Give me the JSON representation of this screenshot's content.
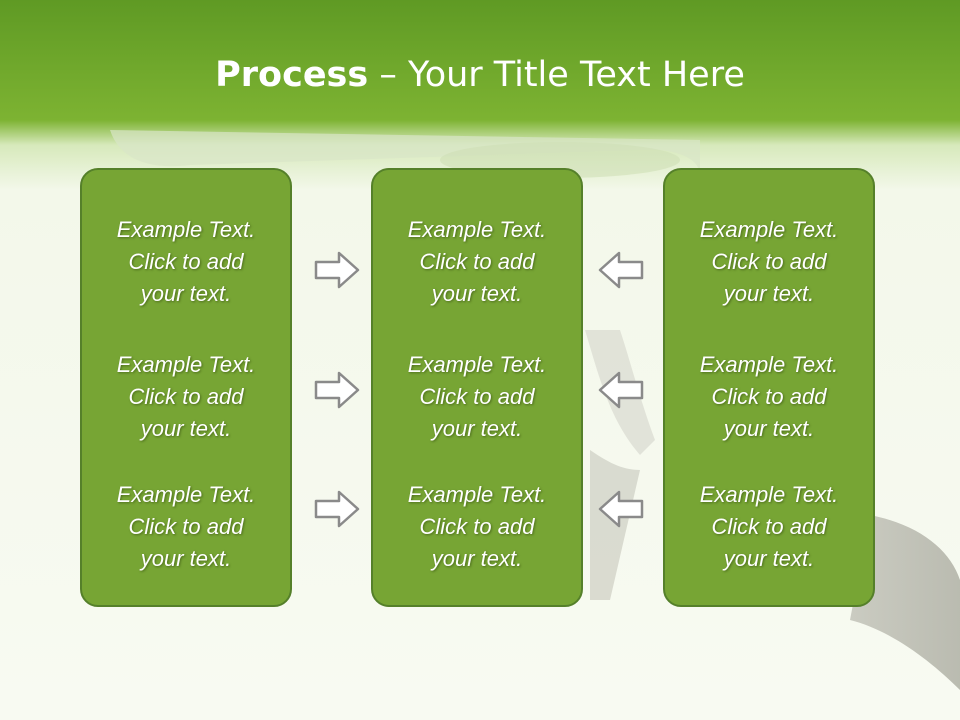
{
  "slide": {
    "title_bold": "Process",
    "title_rest": " – Your Title Text Here"
  },
  "columns": [
    {
      "items": [
        {
          "line1": "Example Text.",
          "line2": "Click  to add",
          "line3": "your text."
        },
        {
          "line1": "Example Text.",
          "line2": "Click  to add",
          "line3": "your text."
        },
        {
          "line1": "Example Text.",
          "line2": "Click  to add",
          "line3": "your text."
        }
      ]
    },
    {
      "items": [
        {
          "line1": "Example Text.",
          "line2": "Click  to add",
          "line3": "your text."
        },
        {
          "line1": "Example Text.",
          "line2": "Click  to add",
          "line3": "your text."
        },
        {
          "line1": "Example Text.",
          "line2": "Click  to add",
          "line3": "your text."
        }
      ]
    },
    {
      "items": [
        {
          "line1": "Example Text.",
          "line2": "Click  to add",
          "line3": "your text."
        },
        {
          "line1": "Example Text.",
          "line2": "Click  to add",
          "line3": "your text."
        },
        {
          "line1": "Example Text.",
          "line2": "Click  to add",
          "line3": "your text."
        }
      ]
    }
  ],
  "arrows": {
    "left_group": "right",
    "right_group": "left"
  },
  "colors": {
    "header": "#7db332",
    "box_fill": "#77a534",
    "box_border": "#55802a",
    "text": "#ffffff"
  }
}
